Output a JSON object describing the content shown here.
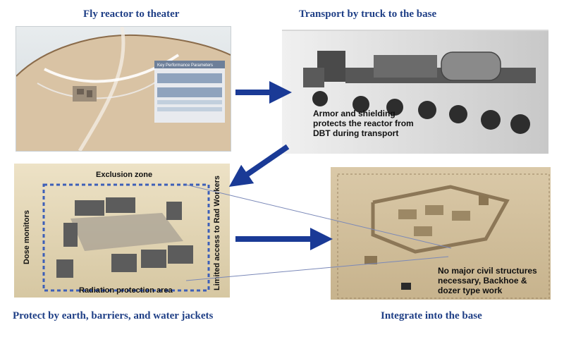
{
  "steps": {
    "fly": {
      "title": "Fly reactor to theater"
    },
    "truck": {
      "title": "Transport by truck to the base",
      "caption": [
        "Armor and shielding",
        "protects the reactor from",
        "DBT during transport"
      ]
    },
    "protect": {
      "title": "Protect by earth, barriers, and water jackets",
      "exclusion_label": "Exclusion zone",
      "dose_label": "Dose monitors",
      "limited_label": "Limited access to Rad Workers",
      "radiation_label": "Radiation protection area"
    },
    "integrate": {
      "title": "Integrate into the base",
      "caption": [
        "No major civil structures",
        "necessary, Backhoe &",
        "dozer type work"
      ]
    }
  },
  "map": {
    "kpp_title": "Key Performance Parameters"
  },
  "colors": {
    "title": "#1f3f86",
    "arrow": "#1a3a96",
    "zone": "#3d5fb8"
  }
}
